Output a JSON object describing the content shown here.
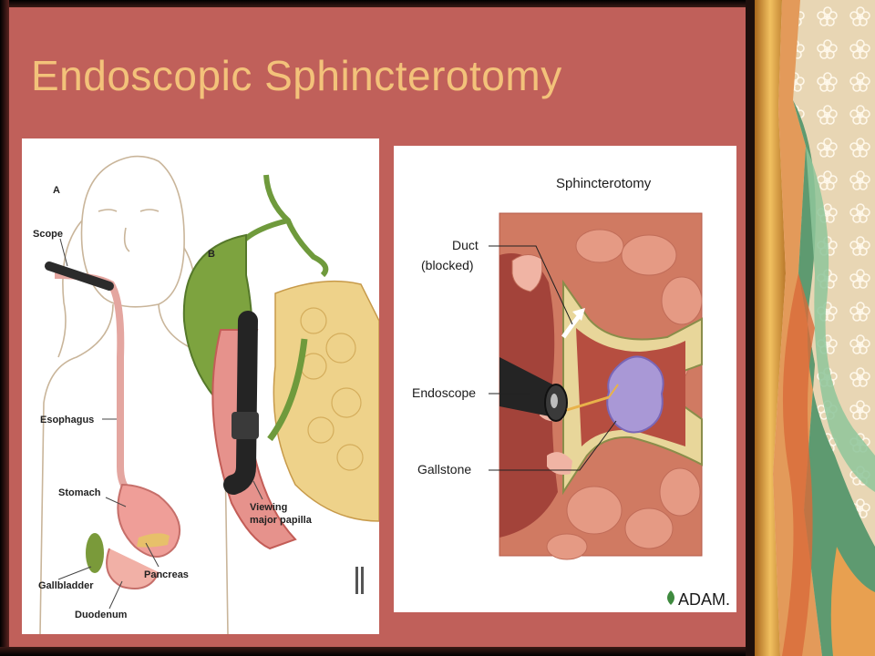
{
  "slide": {
    "title": "Endoscopic Sphincterotomy"
  },
  "figure_left": {
    "panel_a_letter": "A",
    "panel_b_letter": "B",
    "labels": {
      "scope": "Scope",
      "esophagus": "Esophagus",
      "stomach": "Stomach",
      "gallbladder": "Gallbladder",
      "pancreas": "Pancreas",
      "duodenum": "Duodenum",
      "viewing_line1": "Viewing",
      "viewing_line2": "major papilla"
    }
  },
  "figure_right": {
    "title": "Sphincterotomy",
    "labels": {
      "duct_line1": "Duct",
      "duct_line2": "(blocked)",
      "endoscope": "Endoscope",
      "gallstone": "Gallstone"
    },
    "logo": "ADAM."
  },
  "colors": {
    "background": "#c0605a",
    "title": "#f3c27a"
  }
}
